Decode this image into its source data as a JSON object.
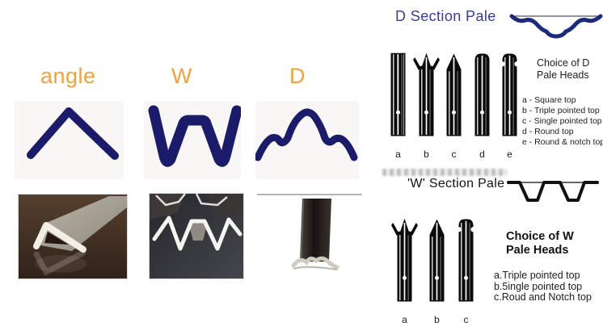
{
  "colors": {
    "accent_orange": "#F2A23B",
    "drawing_navy": "#1b1b6b",
    "d_heading_blue": "#3B3B9E",
    "pale_black": "#0a0a0a"
  },
  "left_section": {
    "profile_labels": [
      {
        "label": "angle"
      },
      {
        "label": "W"
      },
      {
        "label": "D"
      }
    ],
    "figures": [
      "angle-profile-drawing",
      "w-profile-drawing",
      "d-profile-drawing"
    ],
    "photos": [
      "angle-steel-photo",
      "w-section-steel-photo",
      "d-section-steel-photo"
    ]
  },
  "right_section": {
    "d_panel": {
      "title": "D Section Pale",
      "sketch": "d-cross-section-sketch",
      "choice_heading_line1": "Choice of D",
      "choice_heading_line2": "Pale Heads",
      "pales": [
        {
          "letter": "a",
          "head": "square-top"
        },
        {
          "letter": "b",
          "head": "triple-pointed-top"
        },
        {
          "letter": "c",
          "head": "single-pointed-top"
        },
        {
          "letter": "d",
          "head": "round-top"
        },
        {
          "letter": "e",
          "head": "round-and-notch-top"
        }
      ],
      "options": [
        "a - Square top",
        "b - Triple pointed top",
        "c - Single pointed top",
        "d - Round top",
        "e - Round & notch top"
      ]
    },
    "w_panel": {
      "title": "'W' Section Pale",
      "sketch": "w-cross-section-sketch",
      "choice_heading_line1": "Choice of W",
      "choice_heading_line2": "Pale Heads",
      "pales": [
        {
          "letter": "a",
          "head": "triple-pointed-top"
        },
        {
          "letter": "b",
          "head": "single-pointed-top"
        },
        {
          "letter": "c",
          "head": "round-and-notch-top"
        }
      ],
      "options": [
        "a.Triple pointed top",
        "b.5ingle pointed top",
        "c.Roud and Notch top"
      ]
    }
  }
}
